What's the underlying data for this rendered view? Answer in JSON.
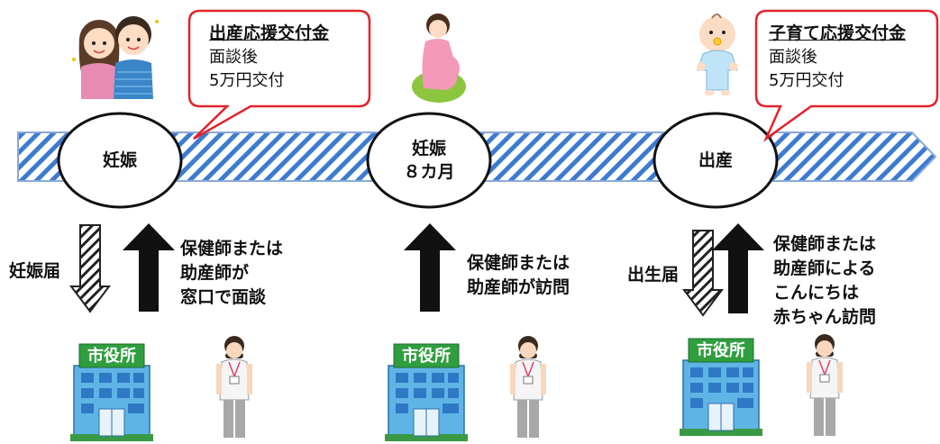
{
  "timeline": {
    "stages": [
      {
        "lines": [
          "妊娠"
        ]
      },
      {
        "lines": [
          "妊娠",
          "８カ月"
        ]
      },
      {
        "lines": [
          "出産"
        ]
      }
    ]
  },
  "callouts": [
    {
      "title": "出産応援交付金",
      "lines": [
        "面談後",
        "5万円交付"
      ]
    },
    {
      "title": "子育て応援交付金",
      "lines": [
        "面談後",
        "5万円交付"
      ]
    }
  ],
  "arrow_labels": {
    "left_down": "妊娠届",
    "left_up": [
      "保健師または",
      "助産師が",
      "窓口で面談"
    ],
    "center_up": [
      "保健師または",
      "助産師が訪問"
    ],
    "right_down": "出生届",
    "right_up": [
      "保健師または",
      "助産師による",
      "こんにちは",
      "赤ちゃん訪問"
    ]
  },
  "city_hall_sign": "市役所",
  "colors": {
    "callout_border": "#e2232b",
    "timeline_stripe": "#3d7bd0",
    "building_sign": "#2f9e3f",
    "building_body": "#5fb4e6"
  },
  "icons": [
    "couple-icon",
    "pregnant-woman-icon",
    "baby-icon",
    "city-hall-icon",
    "nurse-icon"
  ]
}
